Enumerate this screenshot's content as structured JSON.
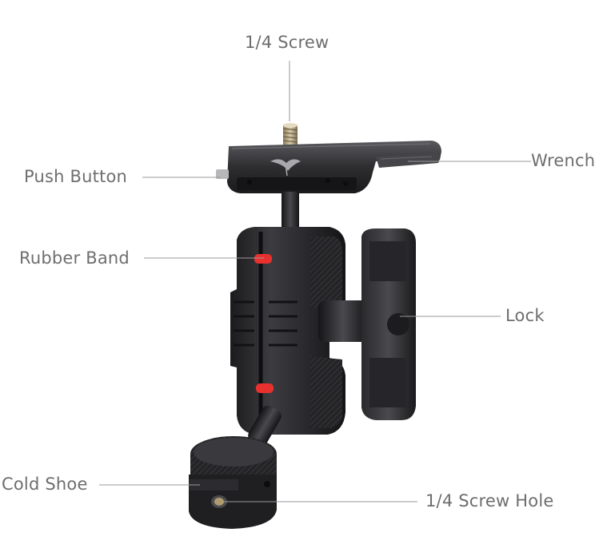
{
  "labels": {
    "top_screw": "1/4 Screw",
    "push_button": "Push Button",
    "wrench": "Wrench",
    "rubber_band": "Rubber Band",
    "lock": "Lock",
    "cold_shoe": "Cold Shoe",
    "screw_hole": "1/4 Screw Hole"
  },
  "colors": {
    "label_text": "#6e6e6e",
    "leader_line": "#9a9a9a",
    "metal_dark": "#1f1f21",
    "metal_mid": "#3a3a3d",
    "rubber_band": "#e8312f"
  },
  "icons": {
    "brand_logo": "bird-logo"
  }
}
